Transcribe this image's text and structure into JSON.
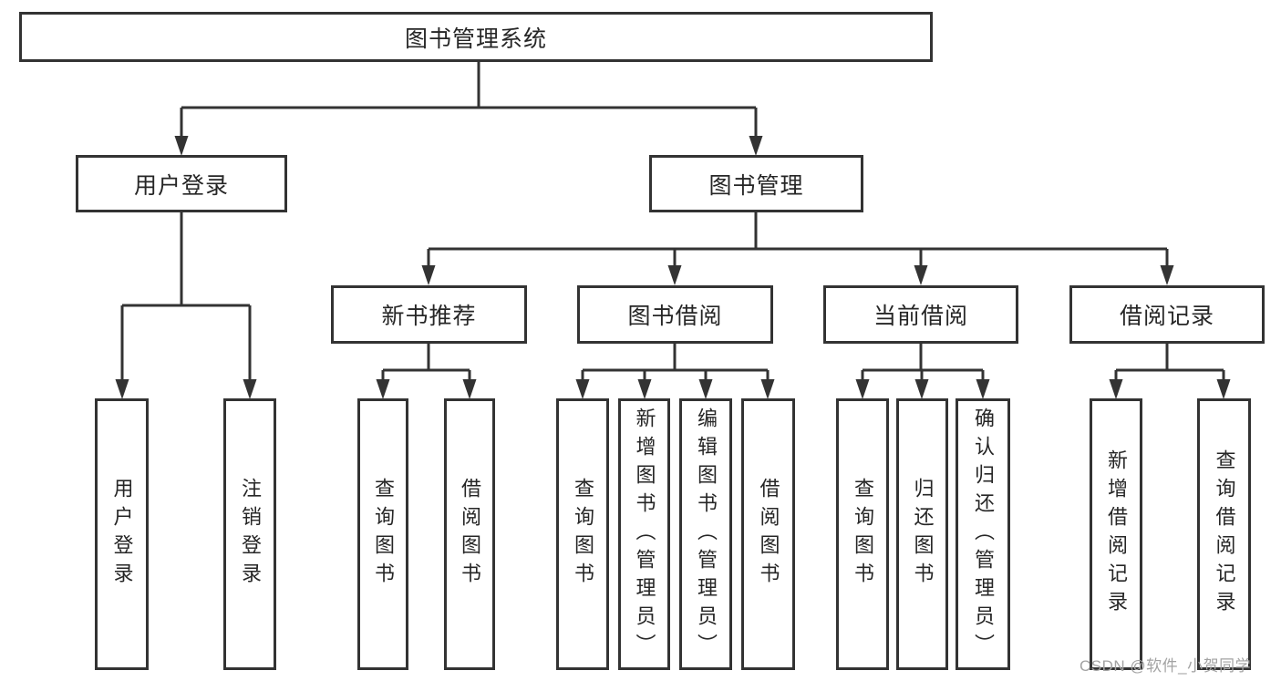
{
  "tree": {
    "root": {
      "label": "图书管理系统",
      "children": [
        {
          "label": "用户登录",
          "children": [
            {
              "label": "用户登录"
            },
            {
              "label": "注销登录"
            }
          ]
        },
        {
          "label": "图书管理",
          "children": [
            {
              "label": "新书推荐",
              "children": [
                {
                  "label": "查询图书"
                },
                {
                  "label": "借阅图书"
                }
              ]
            },
            {
              "label": "图书借阅",
              "children": [
                {
                  "label": "查询图书"
                },
                {
                  "label": "新增图书（管理员）"
                },
                {
                  "label": "编辑图书（管理员）"
                },
                {
                  "label": "借阅图书"
                }
              ]
            },
            {
              "label": "当前借阅",
              "children": [
                {
                  "label": "查询图书"
                },
                {
                  "label": "归还图书"
                },
                {
                  "label": "确认归还（管理员）"
                }
              ]
            },
            {
              "label": "借阅记录",
              "children": [
                {
                  "label": "新增借阅记录"
                },
                {
                  "label": "查询借阅记录"
                }
              ]
            }
          ]
        }
      ]
    }
  },
  "watermark": "CSDN @软件_小贺同学",
  "colors": {
    "line": "#333333",
    "text": "#262626",
    "background": "#ffffff",
    "watermark": "#a3a3a3"
  }
}
